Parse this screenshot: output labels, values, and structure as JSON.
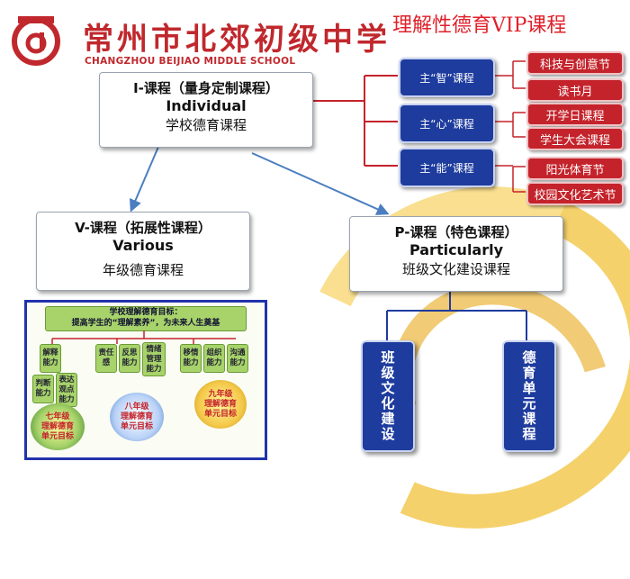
{
  "header": {
    "school_name_cn": "常州市北郊初级中学",
    "school_name_en": "CHANGZHOU BEIJIAO MIDDLE SCHOOL",
    "title": "理解性德育VIP课程"
  },
  "i_course": {
    "line1": "I-课程（量身定制课程）",
    "line2": "Individual",
    "line3": "学校德育课程"
  },
  "v_course": {
    "line1": "V-课程（拓展性课程）",
    "line2": "Various",
    "line3": "年级德育课程"
  },
  "p_course": {
    "line1": "P-课程（特色课程）",
    "line2": "Particularly",
    "line3": "班级文化建设课程"
  },
  "main_courses": [
    {
      "label": "主“智”课程",
      "subs": [
        "科技与创意节",
        "读书月"
      ]
    },
    {
      "label": "主“心”课程",
      "subs": [
        "开学日课程",
        "学生大会课程"
      ]
    },
    {
      "label": "主“能”课程",
      "subs": [
        "阳光体育节",
        "校园文化艺术节"
      ]
    }
  ],
  "p_branches": [
    "班级文化建设",
    "德育单元课程"
  ],
  "inset": {
    "goal": "学校理解德育目标：\n提高学生的“理解素养”，为未来人生奠基",
    "left_cells": [
      "解释能力",
      "判断能力",
      "表达观点能力"
    ],
    "mid_cells": [
      "责任感",
      "反思能力",
      "情绪管理能力"
    ],
    "right_cells": [
      "移情能力",
      "组织能力",
      "沟通能力"
    ],
    "grade7": "七年级\n理解德育\n单元目标",
    "grade8": "八年级\n理解德育\n单元目标",
    "grade9": "九年级\n理解德育\n单元目标"
  },
  "colors": {
    "brand_red": "#c0282d",
    "title_red": "#e0202a",
    "node_blue": "#1e3c9e",
    "node_red": "#c4232b",
    "arrow_blue": "#4a7ec0",
    "connector_red": "#c4232b",
    "connector_navy": "#1e3c9e"
  }
}
